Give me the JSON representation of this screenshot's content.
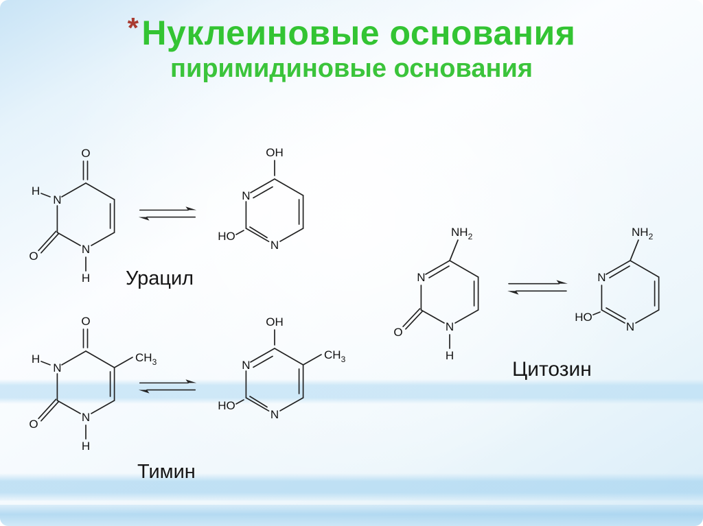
{
  "slide": {
    "asterisk": "*",
    "title": "Нуклеиновые основания",
    "subtitle": "пиримидиновые основания"
  },
  "colors": {
    "title_green": "#33c433",
    "asterisk_red": "#a93c32",
    "bond_black": "#222222",
    "background_blue": "#cfe7f7"
  },
  "molecule_labels": {
    "uracil": "Урацил",
    "thymine": "Тимин",
    "cytosine": "Цитозин"
  },
  "atoms": {
    "O": "O",
    "N": "N",
    "H": "H",
    "OH": "OH",
    "HO": "HO",
    "NH": "NH",
    "CH": "CH",
    "sub2": "2",
    "sub3": "3"
  }
}
